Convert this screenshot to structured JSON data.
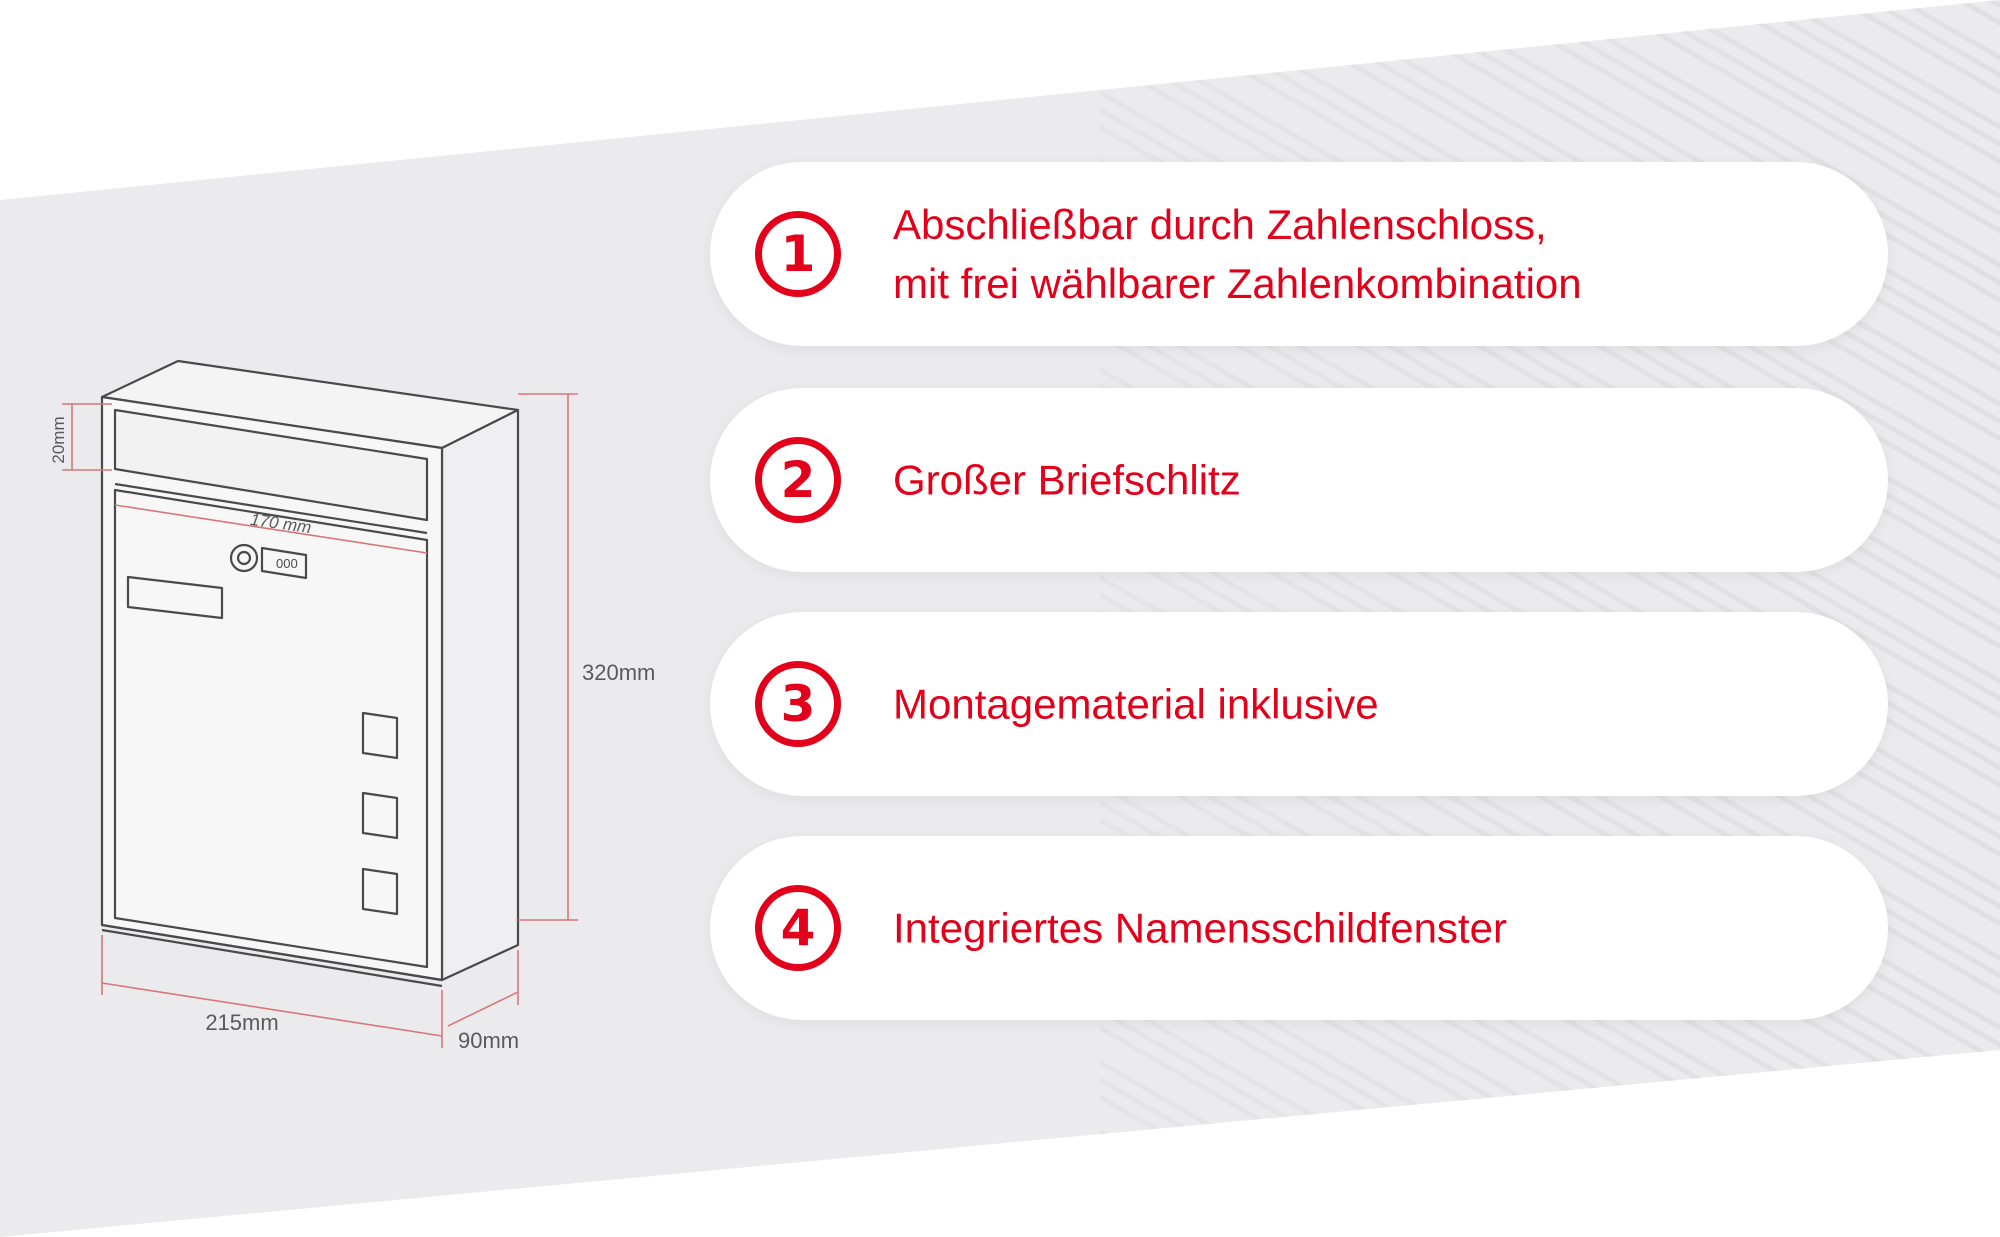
{
  "colors": {
    "accent": "#e2001a",
    "band": "#ebebed",
    "drawing_line": "#4a4a4a",
    "dimension_line": "#d8767b"
  },
  "features": [
    {
      "number": "1",
      "lines": [
        "Abschließbar durch Zahlenschloss,",
        "mit frei wählbarer Zahlenkombination"
      ]
    },
    {
      "number": "2",
      "lines": [
        "Großer Briefschlitz"
      ]
    },
    {
      "number": "3",
      "lines": [
        "Montagematerial inklusive"
      ]
    },
    {
      "number": "4",
      "lines": [
        "Integriertes Namensschildfenster"
      ]
    }
  ],
  "drawing": {
    "dimensions": {
      "flap": "20mm",
      "width_inner": "170 mm",
      "height": "320mm",
      "width": "215mm",
      "depth": "90mm"
    }
  }
}
